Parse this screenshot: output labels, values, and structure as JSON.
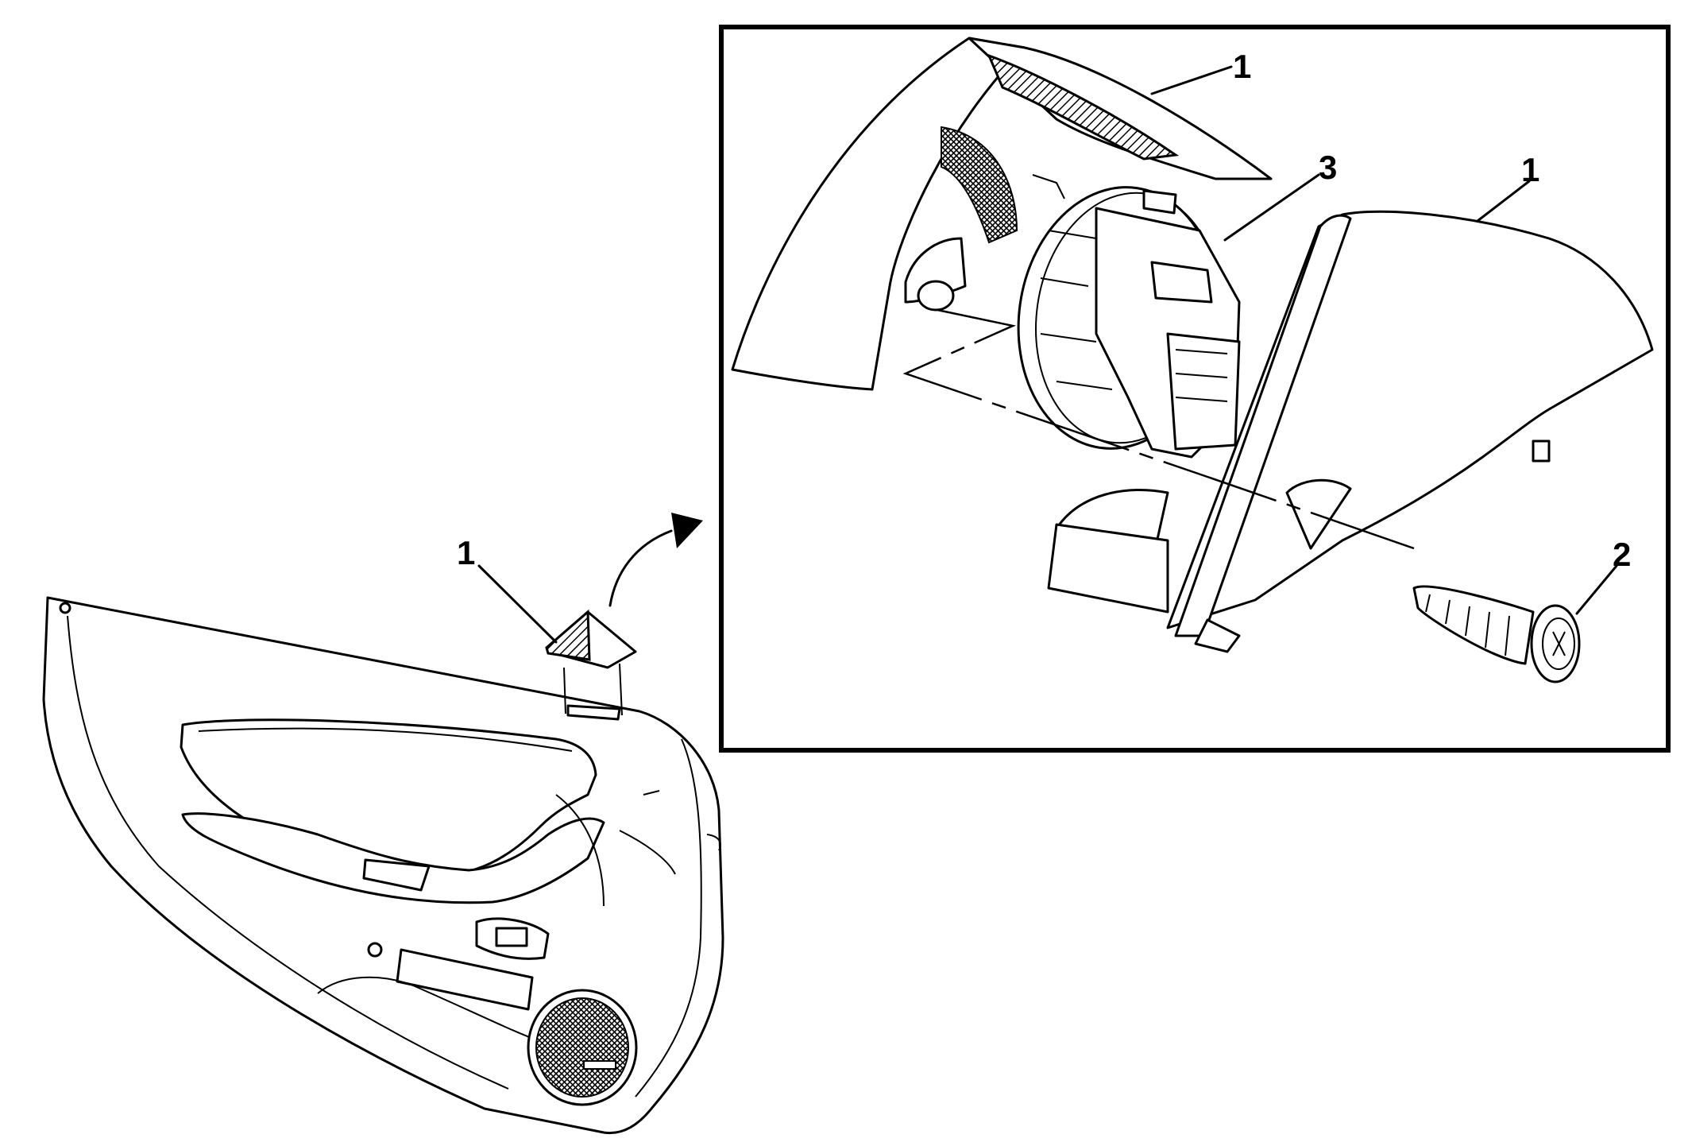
{
  "callouts": {
    "door_trim_bezel": "1",
    "inset_upper_bezel": "1",
    "inset_lower_bezel": "1",
    "switch": "3",
    "fastener": "2"
  },
  "colors": {
    "ink": "#000000",
    "paper": "#ffffff"
  }
}
